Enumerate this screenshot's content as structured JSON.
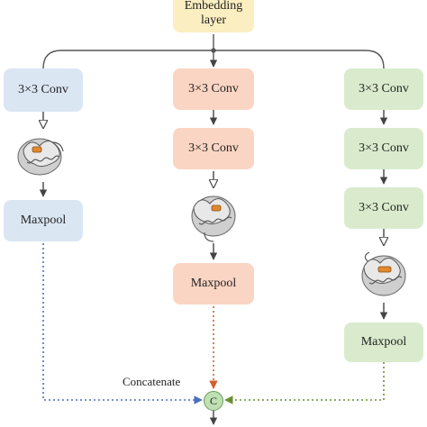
{
  "embedding": {
    "label": "Embedding\nlayer"
  },
  "left": {
    "conv1": "3×3 Conv",
    "maxpool": "Maxpool"
  },
  "middle": {
    "conv1": "3×3 Conv",
    "conv2": "3×3 Conv",
    "maxpool": "Maxpool"
  },
  "right": {
    "conv1": "3×3 Conv",
    "conv2": "3×3 Conv",
    "conv3": "3×3 Conv",
    "maxpool": "Maxpool"
  },
  "concatenate": {
    "label": "Concatenate",
    "node": "C"
  },
  "colors": {
    "blue_box": "#dbe6f3",
    "orange_box": "#fbd5c3",
    "green_box": "#d9ebcc",
    "yellow_box": "#fbeec0",
    "blue_arrow": "#4a6fbf",
    "orange_arrow": "#d0622d",
    "green_arrow": "#6a8f2f"
  }
}
